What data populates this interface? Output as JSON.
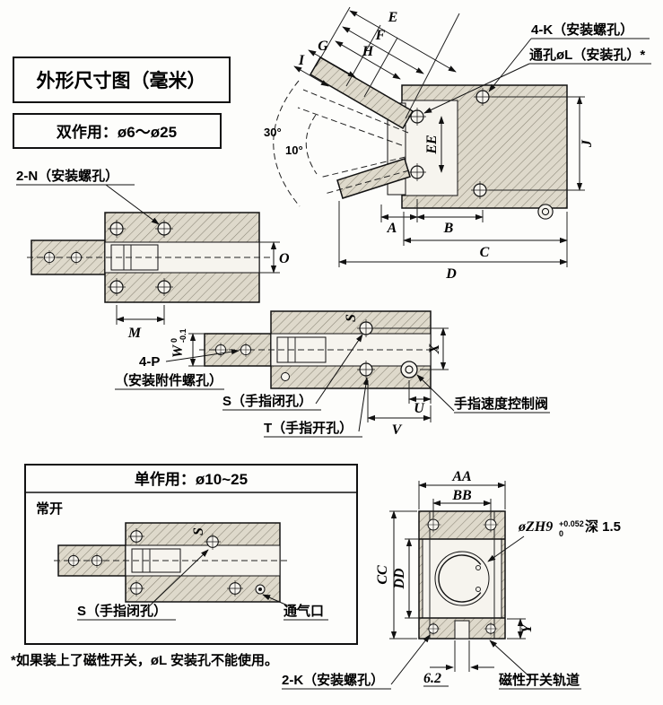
{
  "page": {
    "title": "外形尺寸图（毫米）",
    "footnote": "*如果装上了磁性开关，øL 安装孔不能使用。"
  },
  "double_acting": {
    "variant_label": "双作用：ø6～ø25",
    "angle_open": "30°",
    "angle_close": "10°",
    "callout_4k": "4-K（安装螺孔）",
    "callout_through_hole": "通孔øL（安装孔）*",
    "callout_2n": "2-N（安装螺孔）",
    "callout_4p_line1": "4-P",
    "callout_4p_line2": "（安装附件螺孔）",
    "callout_finger_close": "S（手指闭孔）",
    "callout_finger_open": "T（手指开孔）",
    "callout_speed_valve": "手指速度控制阀",
    "marker_s": "S",
    "dims": {
      "E": "E",
      "F": "F",
      "G": "G",
      "H": "H",
      "I": "I",
      "J": "J",
      "EE": "EE",
      "A": "A",
      "B": "B",
      "C": "C",
      "D": "D",
      "O": "O",
      "M": "M",
      "W": "W",
      "W_tol_upper": "0",
      "W_tol_lower": "-0.1",
      "X": "X",
      "U": "U",
      "V": "V"
    }
  },
  "single_acting": {
    "header": "单作用：ø10~25",
    "state_label": "常开",
    "callout_finger_close": "S（手指闭孔）",
    "callout_vent": "通气口",
    "marker_s": "S"
  },
  "end_view": {
    "dims": {
      "AA": "AA",
      "BB": "BB",
      "CC": "CC",
      "DD": "DD",
      "Y": "Y",
      "slot": "6.2"
    },
    "bore_label": "øZH9",
    "bore_tol_upper": "+0.052",
    "bore_tol_lower": "0",
    "bore_depth": "深 1.5",
    "callout_2k": "2-K（安装螺孔）",
    "callout_rail": "磁性开关轨道"
  }
}
